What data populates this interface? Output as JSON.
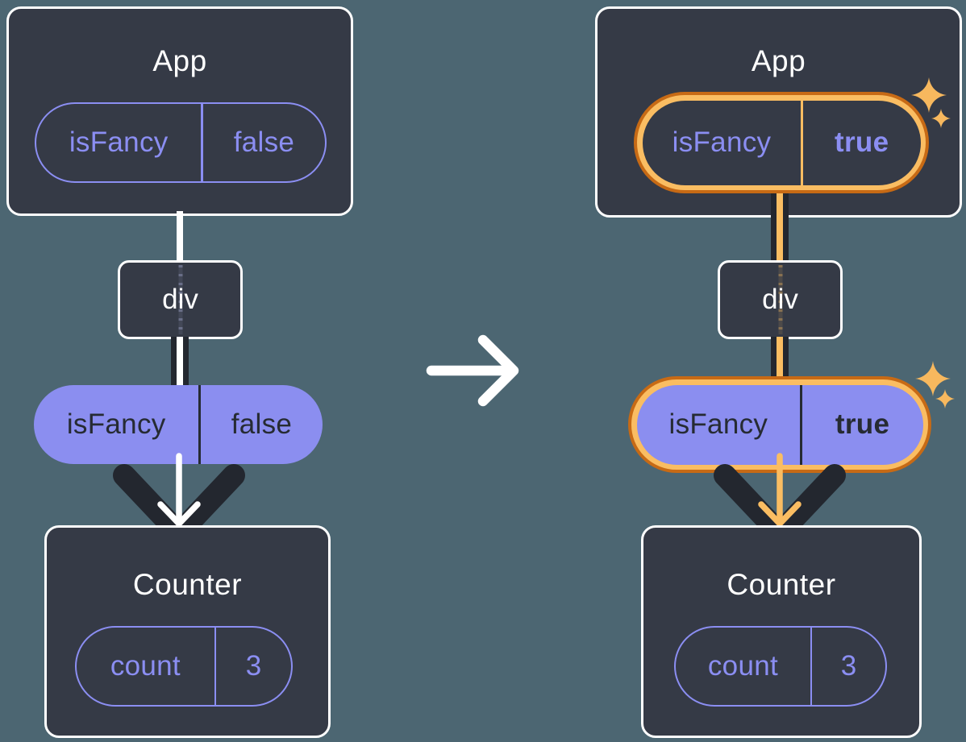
{
  "before": {
    "app": {
      "title": "App",
      "state": {
        "key": "isFancy",
        "value": "false"
      }
    },
    "div": {
      "label": "div"
    },
    "prop": {
      "key": "isFancy",
      "value": "false"
    },
    "counter": {
      "title": "Counter",
      "state": {
        "key": "count",
        "value": "3"
      }
    }
  },
  "after": {
    "app": {
      "title": "App",
      "state": {
        "key": "isFancy",
        "value": "true"
      }
    },
    "div": {
      "label": "div"
    },
    "prop": {
      "key": "isFancy",
      "value": "true"
    },
    "counter": {
      "title": "Counter",
      "state": {
        "key": "count",
        "value": "3"
      }
    }
  },
  "icons": {
    "transition_arrow": "right-arrow-icon",
    "sparkle": "sparkle-icon"
  },
  "colors": {
    "background": "#4C6672",
    "panel": "#353A46",
    "stroke_dark": "#23272F",
    "purple": "#8B8EF0",
    "purple_text": "#8B8EF2",
    "orange_dark": "#C76A15",
    "orange_light": "#FABD62",
    "sparkle": "#F7B85E",
    "white": "#FFFFFF"
  }
}
